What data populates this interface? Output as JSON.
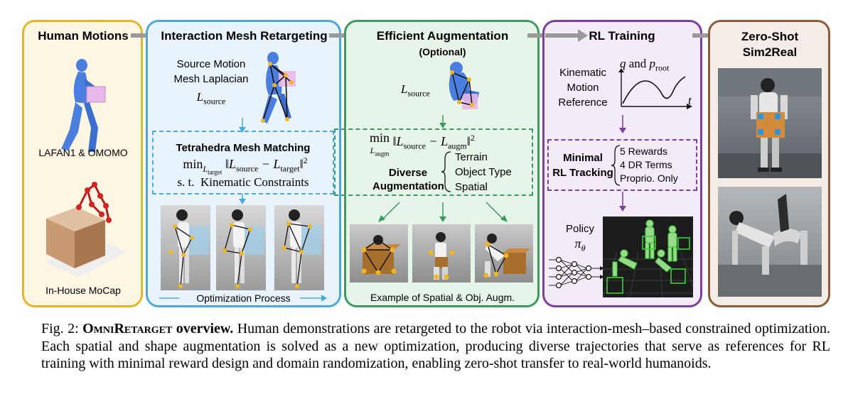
{
  "panels": {
    "human": {
      "title": "Human Motions",
      "dataset1": "LAFAN1 & OMOMO",
      "dataset2": "In-House MoCap"
    },
    "retarget": {
      "title": "Interaction Mesh Retargeting",
      "source_line1": "Source Motion",
      "source_line2": "Mesh Laplacian",
      "source_sym": "L",
      "source_sub": "source",
      "box_title": "Tetrahedra Mesh Matching",
      "box_min": "min",
      "box_min_sub": "L",
      "box_min_subsub": "target",
      "box_norm_lhs": "‖L",
      "box_norm_lhs_sub": "source",
      "box_norm_mid": " − L",
      "box_norm_rhs_sub": "target",
      "box_norm_end": "‖",
      "box_norm_pow": "2",
      "box_st": "s. t.",
      "box_constraint": "Kinematic Constraints",
      "opt_label": "Optimization Process"
    },
    "augment": {
      "title": "Efficient Augmentation",
      "subtitle": "(Optional)",
      "source_sym": "L",
      "source_sub": "source",
      "min": "min",
      "min_sub": "L",
      "min_subsub": "augm",
      "norm_a": "‖L",
      "norm_a_sub": "source",
      "norm_b": " − L",
      "norm_b_sub": "augm",
      "norm_end": "‖",
      "norm_pow": "2",
      "diverse1": "Diverse",
      "diverse2": "Augmentation",
      "items": [
        "Terrain",
        "Object Type",
        "Spatial"
      ],
      "example_label": "Example of Spatial & Obj. Augm."
    },
    "rl": {
      "title": "RL Training",
      "ref1": "Kinematic",
      "ref2": "Motion",
      "ref3": "Reference",
      "plot_q": "q",
      "plot_and": "and",
      "plot_p": "p",
      "plot_p_sub": "root",
      "plot_t": "t",
      "box1": "Minimal",
      "box2": "RL Tracking",
      "items": [
        "5 Rewards",
        "4 DR Terms",
        "Proprio. Only"
      ],
      "policy": "Policy",
      "policy_sym": "π",
      "policy_sub": "θ"
    },
    "sim2real": {
      "title1": "Zero-Shot",
      "title2": "Sim2Real"
    }
  },
  "caption": {
    "prefix": "Fig. 2: ",
    "name": "OmniRetarget",
    "overview": " overview.",
    "body": " Human demonstrations are retargeted to the robot via interaction-mesh–based constrained optimization. Each spatial and shape augmentation is solved as a new optimization, producing diverse trajectories that serve as references for RL training with minimal reward design and domain randomization, enabling zero-shot transfer to real-world humanoids."
  },
  "colors": {
    "human_border": "#e8b425",
    "human_fill": "#fdf6e3",
    "retarget_border": "#4aa8dc",
    "retarget_fill": "#e8f3fb",
    "augment_border": "#3d9a5f",
    "augment_fill": "#e7f4ea",
    "rl_border": "#7a3fa0",
    "rl_fill": "#f3ebf7",
    "sim_border": "#8b5a3a",
    "sim_fill": "#f4ece6",
    "arrow": "#9a9a9a",
    "joint": "#f2b51f"
  }
}
